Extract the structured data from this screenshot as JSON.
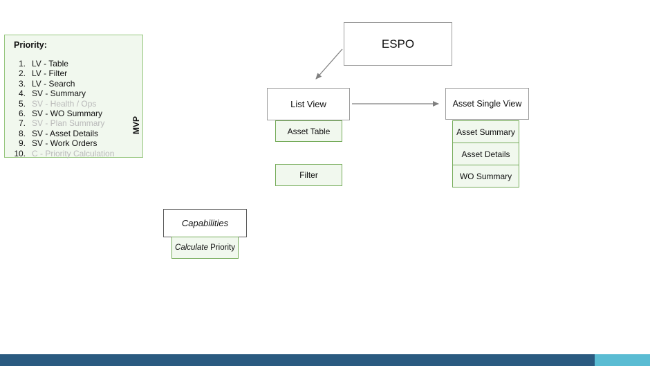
{
  "priority_panel": {
    "title": "Priority:",
    "mvp_label": "MVP",
    "items": [
      {
        "num": "1.",
        "label": "LV - Table",
        "dimmed": false
      },
      {
        "num": "2.",
        "label": "LV - Filter",
        "dimmed": false
      },
      {
        "num": "3.",
        "label": "LV - Search",
        "dimmed": false
      },
      {
        "num": "4.",
        "label": "SV - Summary",
        "dimmed": false
      },
      {
        "num": "5.",
        "label": "SV - Health / Ops",
        "dimmed": true
      },
      {
        "num": "6.",
        "label": "SV - WO Summary",
        "dimmed": false
      },
      {
        "num": "7.",
        "label": "SV - Plan Summary",
        "dimmed": true
      },
      {
        "num": "8.",
        "label": "SV - Asset Details",
        "dimmed": false
      },
      {
        "num": "9.",
        "label": "SV - Work Orders",
        "dimmed": false
      },
      {
        "num": "10.",
        "label": "C - Priority Calculation",
        "dimmed": true
      }
    ]
  },
  "diagram": {
    "espo_label": "ESPO",
    "list_view_label": "List View",
    "asset_table_label": "Asset Table",
    "filter_label": "Filter",
    "asset_single_view_label": "Asset Single View",
    "asset_single_children": [
      "Asset Summary",
      "Asset Details",
      "WO Summary"
    ],
    "capabilities_label": "Capabilities",
    "calculate_priority": {
      "italic_part": "Calculate",
      "regular_part": " Priority"
    }
  },
  "footer": {
    "bar_color": "#2a5a80",
    "accent_color": "#5abcd3"
  },
  "colors": {
    "green_fill": "#f1f8ee",
    "green_border": "#74ab58",
    "panel_border": "#97c77f",
    "gray_border": "#9b9b9b",
    "dimmed_text": "#b9b9b9",
    "arrow": "#7f7f7f"
  }
}
